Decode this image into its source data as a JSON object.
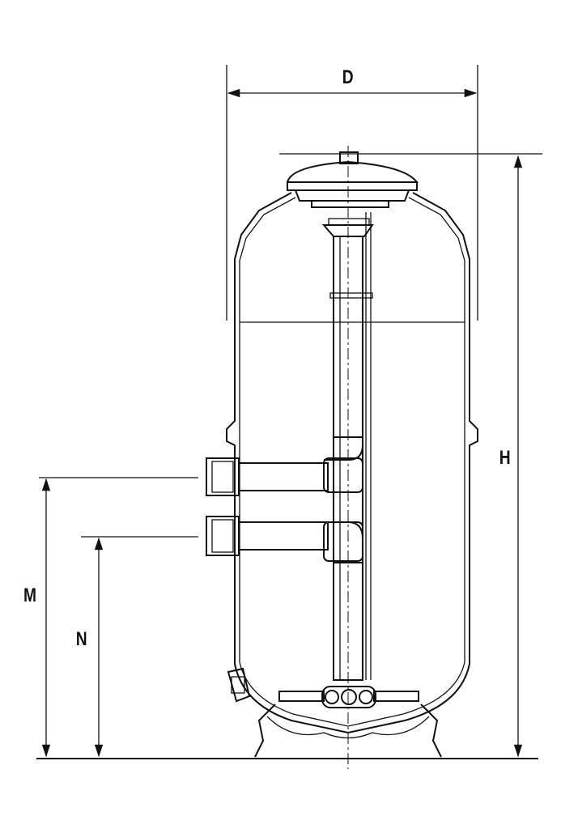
{
  "labels": {
    "diameter": "D",
    "height": "H",
    "upper_connection_height": "M",
    "lower_connection_height": "N"
  }
}
